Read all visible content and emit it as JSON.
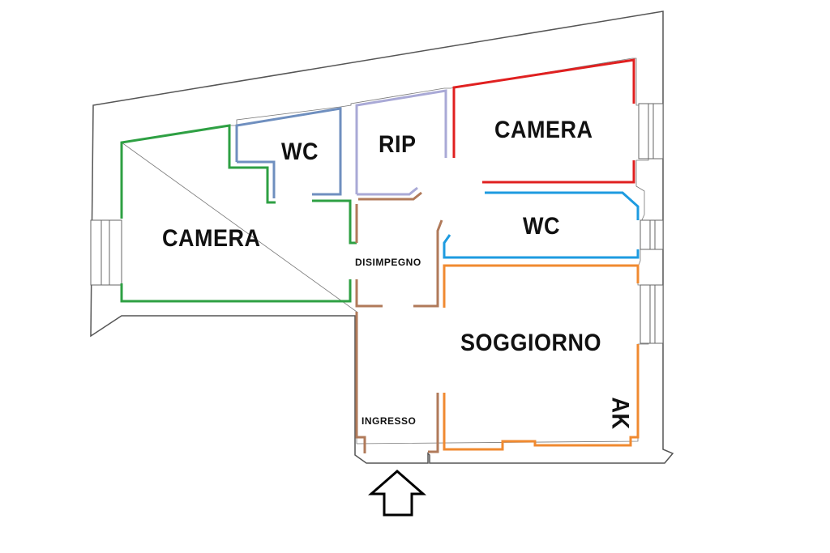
{
  "floorplan": {
    "rooms": [
      {
        "id": "camera-left",
        "label": "CAMERA",
        "color": "#2ea043"
      },
      {
        "id": "wc-top",
        "label": "WC",
        "color": "#6f8fbf"
      },
      {
        "id": "rip",
        "label": "RIP",
        "color": "#a9a9d6"
      },
      {
        "id": "camera-right",
        "label": "CAMERA",
        "color": "#e02020"
      },
      {
        "id": "wc-right",
        "label": "WC",
        "color": "#1e9be0"
      },
      {
        "id": "disimpegno",
        "label": "DISIMPEGNO",
        "color": "#b07a5a"
      },
      {
        "id": "soggiorno",
        "label": "SOGGIORNO",
        "color": "#f08a30"
      },
      {
        "id": "ak",
        "label": "AK",
        "color": "#f08a30"
      },
      {
        "id": "ingresso",
        "label": "INGRESSO",
        "color": "#b07a5a"
      }
    ],
    "entrance_icon": "up-arrow-icon",
    "wall_color": "#555555"
  }
}
